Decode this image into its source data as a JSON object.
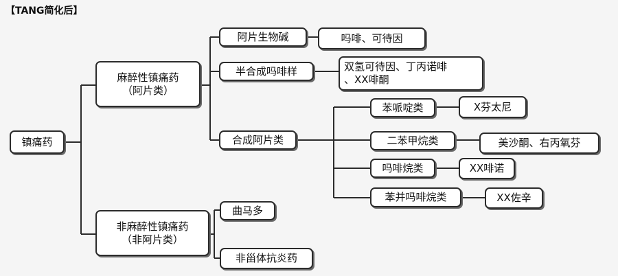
{
  "header": {
    "title": "【TANG简化后】"
  },
  "diagram": {
    "root": "镇痛药",
    "narcotic": {
      "label": "麻醉性镇痛药",
      "sub": "（阿片类）"
    },
    "non_narcotic": {
      "label": "非麻醉性镇痛药",
      "sub": "（非阿片类）"
    },
    "opium_alkaloids": "阿片生物碱",
    "opium_alkaloids_examples": "吗啡、可待因",
    "semi_synthetic": "半合成吗啡样",
    "semi_synthetic_examples_line1": "双氢可待因、丁丙诺啡",
    "semi_synthetic_examples_line2": "、XX啡酮",
    "synthetic_opioids": "合成阿片类",
    "phenylpiperidine": "苯哌啶类",
    "phenylpiperidine_example": "X芬太尼",
    "diphenylheptane": "二苯甲烷类",
    "diphenylheptane_example": "美沙酮、右丙氧芬",
    "morphinan": "吗啡烷类",
    "morphinan_example": "XX啡诺",
    "benzomorphan": "苯并吗啡烷类",
    "benzomorphan_example": "XX佐辛",
    "tramadol": "曲马多",
    "nsaid": "非甾体抗炎药"
  }
}
